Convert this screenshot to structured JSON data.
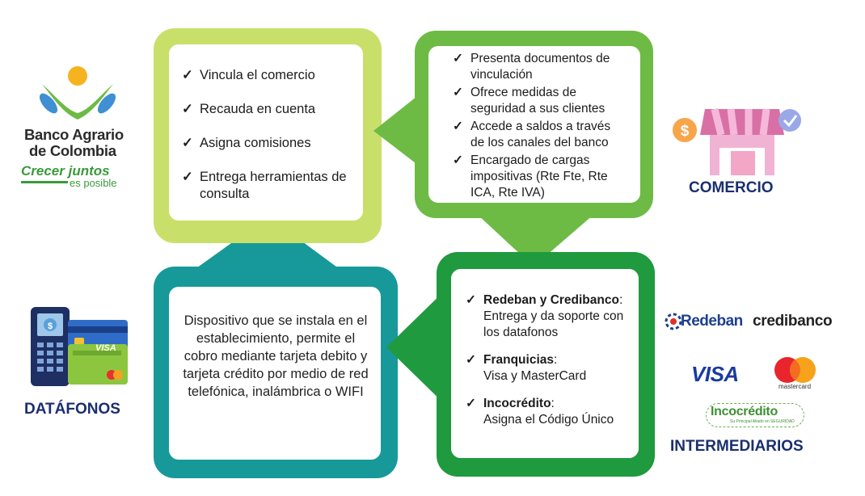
{
  "bank": {
    "name_line1": "Banco Agrario",
    "name_line2": "de Colombia",
    "slogan_line1": "Crecer juntos",
    "slogan_line2": "es posible"
  },
  "bank_roles": {
    "check": "✓",
    "items": [
      "Vincula el comercio",
      "Recauda en cuenta",
      "Asigna comisiones",
      "Entrega herramientas de consulta"
    ]
  },
  "commerce_roles": {
    "items": [
      "Presenta documentos de vinculación",
      "Ofrece medidas de seguridad a sus clientes",
      "Accede a saldos a través de los canales del banco",
      "Encargado de cargas impositivas (Rte Fte, Rte ICA, Rte IVA)"
    ]
  },
  "commerce": {
    "title": "COMERCIO"
  },
  "intermediaries": {
    "items": [
      {
        "bold": "Redeban y Credibanco",
        "rest": ":",
        "desc": "Entrega y da soporte con los datafonos"
      },
      {
        "bold": "Franquicias",
        "rest": ":",
        "desc": "Visa y MasterCard"
      },
      {
        "bold": "Incocrédito",
        "rest": ":",
        "desc": "Asigna el Código Único"
      }
    ],
    "title": "INTERMEDIARIOS",
    "logos": {
      "redeban": "Redeban",
      "credibanco": "credibanco",
      "visa": "VISA",
      "mastercard": "mastercard",
      "incocredito": "Incocrédito",
      "incocredito_tag": "Su Principal Aliado en SEGURIDAD"
    }
  },
  "datafono": {
    "description": "Dispositivo que se instala en el establecimiento, permite el cobro mediante tarjeta debito y tarjeta crédito por medio de red telefónica, inalámbrica o WIFI",
    "title": "DATÁFONOS",
    "card_brand": "VISA"
  },
  "colors": {
    "light_green": "#c8e06a",
    "mid_green": "#6dbb45",
    "dark_green": "#1f9a3e",
    "teal": "#17999a",
    "navy": "#1a2f6e"
  }
}
